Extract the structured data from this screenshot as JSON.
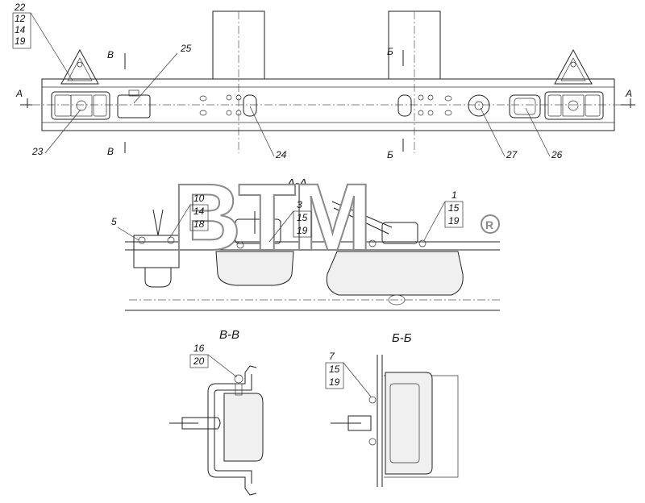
{
  "watermark": {
    "text": "BTM",
    "reg": "®"
  },
  "sections": {
    "a_a": "А-А",
    "v_v": "В-В",
    "b_b": "Б-Б"
  },
  "cut_marks": {
    "a": "А",
    "v": "В",
    "b": "Б"
  },
  "callouts": {
    "c22": [
      "22",
      "12",
      "14",
      "19"
    ],
    "c25": "25",
    "c23": "23",
    "c24": "24",
    "c27": "27",
    "c26": "26",
    "c5": "5",
    "c10": [
      "10",
      "14",
      "18"
    ],
    "c3": [
      "3",
      "15",
      "19"
    ],
    "c1": [
      "1",
      "15",
      "19"
    ],
    "c16": [
      "16",
      "20"
    ],
    "c7": [
      "7",
      "15",
      "19"
    ]
  }
}
